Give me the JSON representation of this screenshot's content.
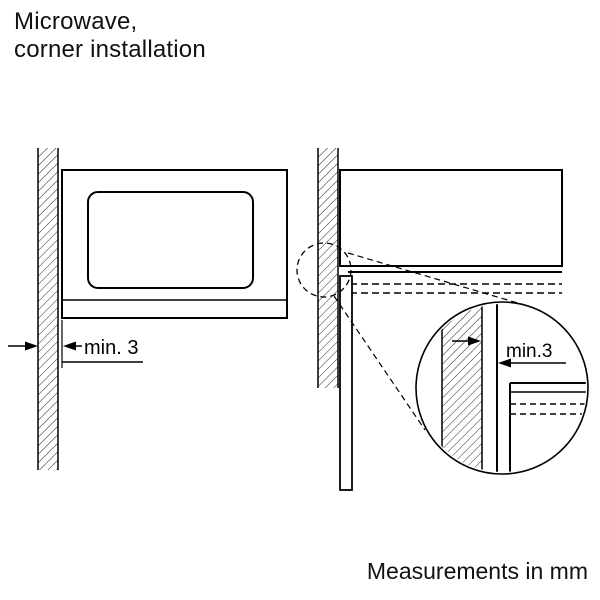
{
  "title": {
    "line1": "Microwave,",
    "line2": "corner installation"
  },
  "footer": {
    "text": "Measurements in mm"
  },
  "dimensions": {
    "front_gap_label": "min. 3",
    "detail_gap_label": "min.3"
  },
  "colors": {
    "line": "#000000",
    "background": "#ffffff"
  }
}
